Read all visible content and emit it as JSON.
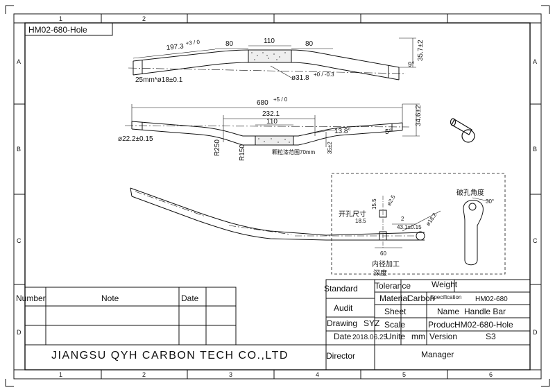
{
  "drawing": {
    "title_tag": "HM02-680-Hole",
    "grid_columns": [
      "1",
      "2",
      "3",
      "4",
      "5",
      "6"
    ],
    "grid_rows": [
      "A",
      "B",
      "C",
      "D"
    ]
  },
  "top_view": {
    "dim_197": "197.3",
    "dim_197_tol": "+3 / 0",
    "dim_80_left": "80",
    "dim_110": "110",
    "dim_80_right": "80",
    "dim_height": "35.7±2",
    "dim_angle": "9°",
    "dim_clamp": "25mm*ø18±0.1",
    "dim_diameter": "ø31.8",
    "dim_diameter_tol": "+0 / -0.3"
  },
  "front_view": {
    "dim_width": "680",
    "dim_width_tol": "+5 / 0",
    "dim_232": "232.1",
    "dim_110": "110",
    "dim_rise": "34.6±2",
    "dim_end_dia": "ø22.2±0.15",
    "dim_r250": "R250",
    "dim_r150": "R150",
    "dim_angle": "13.8°",
    "dim_5": "5°",
    "dim_35": "35±2",
    "note_cn": "颗粒漆范围70mm"
  },
  "detail_view": {
    "label_hole_size": "开孔尺寸",
    "label_hole_angle": "破孔角度",
    "label_inner": "内径加工",
    "label_depth": "深度",
    "dim_155": "15.5",
    "dim_185": "18.5",
    "dim_25": "ø2.5",
    "dim_2": "2",
    "dim_431": "43.1±0.15",
    "dim_182": "ø18.2",
    "dim_60": "60",
    "dim_30": "30°"
  },
  "title_block": {
    "col_number": "Number",
    "col_note": "Note",
    "col_date": "Date",
    "standard": "Standard",
    "audit": "Audit",
    "drawing": "Drawing",
    "drawing_by": "SYZ",
    "date_label": "Date",
    "date_value": "2018.06.25",
    "tolerance": "Tolerance",
    "weight": "Weight",
    "material_label": "Material",
    "material_value": "Carbon",
    "specification_label": "Specification",
    "specification_value": "HM02-680",
    "sheet": "Sheet",
    "name_label": "Name",
    "name_value": "Handle Bar",
    "scale": "Scale",
    "product_label": "Product",
    "product_value": "HM02-680-Hole",
    "unit_label": "Unite",
    "unit_value": "mm",
    "version_label": "Version",
    "version_value": "S3",
    "company": "JIANGSU QYH CARBON TECH CO.,LTD",
    "director": "Director",
    "manager": "Manager"
  }
}
